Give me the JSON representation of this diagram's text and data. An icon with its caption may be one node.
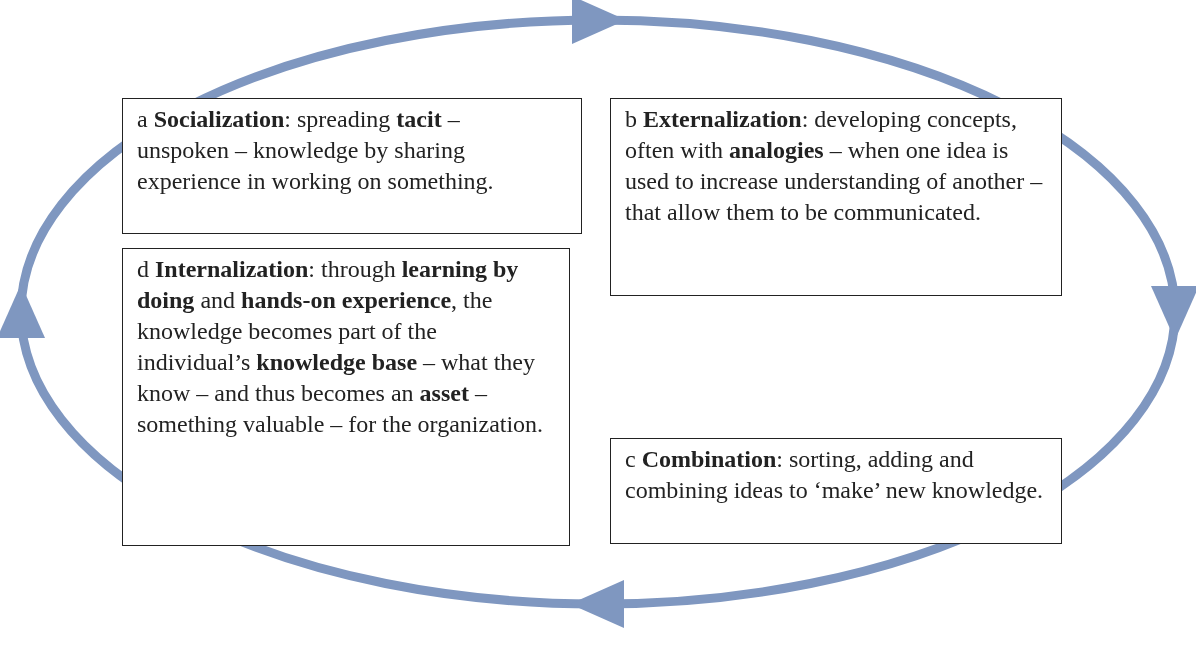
{
  "diagram": {
    "nodes": [
      {
        "text": [
          "a **Socialization**: spreading **tacit** – unspoken – knowledge by sharing experience in working on something."
        ]
      },
      {
        "text": [
          "b **Externalization**: developing concepts, often with **analogies** – when one idea is used to increase understanding of another – that allow them to be communicated."
        ]
      },
      {
        "text": [
          "d **Internalization**: through **learning by doing** and **hands-on experience**, the knowledge becomes part of the individual’s **knowledge base** – what they know – and thus becomes an **asset** – something valuable – for the organization."
        ]
      },
      {
        "text": [
          "c **Combination**: sorting, adding and combining ideas to ‘make’ new knowledge."
        ]
      }
    ]
  }
}
